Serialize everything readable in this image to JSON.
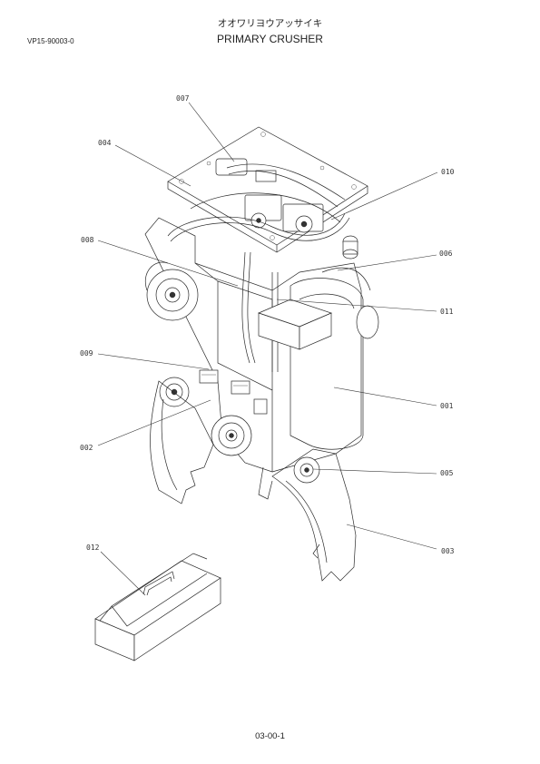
{
  "header": {
    "doc_code": "VP15-90003-0",
    "title_jp": "オオワリヨウアッサイキ",
    "title_en": "PRIMARY CRUSHER"
  },
  "callouts": {
    "c001": "001",
    "c002": "002",
    "c003": "003",
    "c004": "004",
    "c005": "005",
    "c006": "006",
    "c007": "007",
    "c008": "008",
    "c009": "009",
    "c010": "010",
    "c011": "011",
    "c012": "012"
  },
  "footer": {
    "page_number": "03-00-1"
  }
}
